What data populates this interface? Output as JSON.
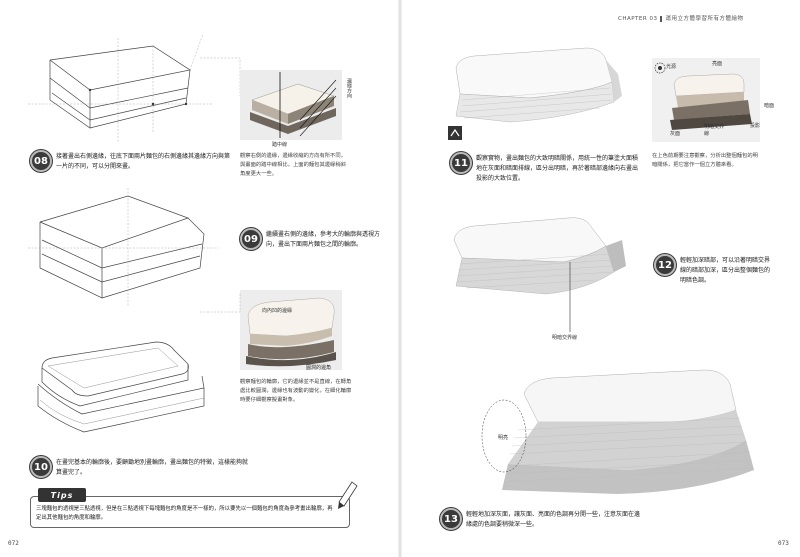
{
  "header": {
    "chapter": "CHAPTER 03",
    "title": "運用立方體學習所有方體繪物"
  },
  "folio": {
    "left": "072",
    "right": "073"
  },
  "steps": [
    {
      "num": "08",
      "text": "接著畫出右側邊緣，往底下面兩片麵包的右側邊緣其邊緣方向與第一片的不同，可以分開來畫。"
    },
    {
      "num": "09",
      "text": "繼續畫右側的邊緣，參考大的輪廓與透視方向，畫出下面兩片麵包之間的輪廓。"
    },
    {
      "num": "10",
      "text": "在畫完基本的輪廓後，要顧鋤地別畫輪廓，畫出麵包的特徵，這樣能夠就算畫完了。"
    },
    {
      "num": "11",
      "text": "觀察實物，畫出麵包的大致明暗關係，用統一性的筆塗大面積地在灰面和暗面排線，區分出明暗，再於著暗部邊緣向右畫出投影的大致位置。"
    },
    {
      "num": "12",
      "text": "輕輕加深暗部，可以沿著明暗交界線的暗部加深，區分出整個麵包的明暗色調。"
    },
    {
      "num": "13",
      "text": "輕輕地加深灰面，讓灰面、亮面的色調再分開一些，注意灰面在邊緣處的色調要稍微深一些。"
    }
  ],
  "notes": {
    "n08": "觀察右側的邊緣，邊緣收縮的方向有所不同，與畫面的踏中線相比，上面的麵包其邊緣稍斜角度更大一些。",
    "n10": "觀察麵包的輪廓，它的邊緣並不是直線，在轉角處比較圓潤，邊緣也有波動的變化，在細化輪廓時要仔細觀察擬畫對象。",
    "n11": "在上色前期要注意觀察，分析出整個麵包的明暗關係，把它當作一個立方體來看。"
  },
  "labels": {
    "edge_direction": "邊緣方向",
    "center_line": "踏中線",
    "inward_edge": "向內凹的邊緣",
    "rounded_corner": "圓潤的邊角",
    "highlight": "亮面",
    "dark": "暗面",
    "gray": "灰面",
    "terminator": "明暗交界線",
    "shadow": "投影",
    "terminator2": "明暗交界線",
    "light_source": "光源",
    "bright_part": "明亮"
  },
  "tips": {
    "tag": "Tips",
    "text": "三塊麵包的透視是三點透視，但是在三點透視下每塊麵包的角度是不一樣的，所以要先以一個麵包的角度為參考畫出輪廓，再定出其他麵包的角度和輪廓。"
  }
}
